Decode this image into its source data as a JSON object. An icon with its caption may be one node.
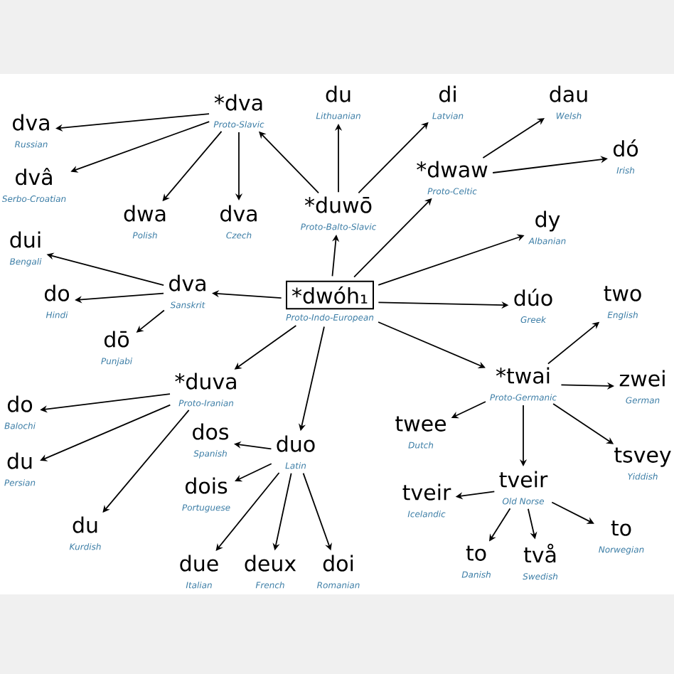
{
  "diagram": {
    "nodes": [
      {
        "text": [
          "*dwóh₁",
          "Proto-Indo-European"
        ]
      },
      {
        "text": [
          "*duwō",
          "Proto-Balto-Slavic"
        ]
      },
      {
        "text": [
          "du",
          "Lithuanian"
        ]
      },
      {
        "text": [
          "di",
          "Latvian"
        ]
      },
      {
        "text": [
          "*dva",
          "Proto-Slavic"
        ]
      },
      {
        "text": [
          "dva",
          "Russian"
        ]
      },
      {
        "text": [
          "dvâ",
          "Serbo-Croatian"
        ]
      },
      {
        "text": [
          "dwa",
          "Polish"
        ]
      },
      {
        "text": [
          "dva",
          "Czech"
        ]
      },
      {
        "text": [
          "*dwaw",
          "Proto-Celtic"
        ]
      },
      {
        "text": [
          "dau",
          "Welsh"
        ]
      },
      {
        "text": [
          "dó",
          "Irish"
        ]
      },
      {
        "text": [
          "dy",
          "Albanian"
        ]
      },
      {
        "text": [
          "dúo",
          "Greek"
        ]
      },
      {
        "text": [
          "dva",
          "Sanskrit"
        ]
      },
      {
        "text": [
          "dui",
          "Bengali"
        ]
      },
      {
        "text": [
          "do",
          "Hindi"
        ]
      },
      {
        "text": [
          "dō",
          "Punjabi"
        ]
      },
      {
        "text": [
          "*duva",
          "Proto-Iranian"
        ]
      },
      {
        "text": [
          "do",
          "Balochi"
        ]
      },
      {
        "text": [
          "du",
          "Persian"
        ]
      },
      {
        "text": [
          "du",
          "Kurdish"
        ]
      },
      {
        "text": [
          "duo",
          "Latin"
        ]
      },
      {
        "text": [
          "dos",
          "Spanish"
        ]
      },
      {
        "text": [
          "dois",
          "Portuguese"
        ]
      },
      {
        "text": [
          "due",
          "Italian"
        ]
      },
      {
        "text": [
          "deux",
          "French"
        ]
      },
      {
        "text": [
          "doi",
          "Romanian"
        ]
      },
      {
        "text": [
          "*twai",
          "Proto-Germanic"
        ]
      },
      {
        "text": [
          "two",
          "English"
        ]
      },
      {
        "text": [
          "zwei",
          "German"
        ]
      },
      {
        "text": [
          "twee",
          "Dutch"
        ]
      },
      {
        "text": [
          "tsvey",
          "Yiddish"
        ]
      },
      {
        "text": [
          "tveir",
          "Old Norse"
        ]
      },
      {
        "text": [
          "tveir",
          "Icelandic"
        ]
      },
      {
        "text": [
          "to",
          "Danish"
        ]
      },
      {
        "text": [
          "två",
          "Swedish"
        ]
      },
      {
        "text": [
          "to",
          "Norwegian"
        ]
      }
    ],
    "edges": [
      {
        "from": 0,
        "to": 1,
        "arrow": "to"
      },
      {
        "from": 0,
        "to": 9,
        "arrow": "to"
      },
      {
        "from": 0,
        "to": 12,
        "arrow": "to"
      },
      {
        "from": 0,
        "to": 13,
        "arrow": "to"
      },
      {
        "from": 0,
        "to": 28,
        "arrow": "to"
      },
      {
        "from": 0,
        "to": 22,
        "arrow": "to"
      },
      {
        "from": 0,
        "to": 18,
        "arrow": "to"
      },
      {
        "from": 0,
        "to": 14,
        "arrow": "to"
      },
      {
        "from": 1,
        "to": 2,
        "arrow": "to"
      },
      {
        "from": 1,
        "to": 3,
        "arrow": "to"
      },
      {
        "from": 1,
        "to": 4,
        "arrow": "to"
      },
      {
        "from": 4,
        "to": 5,
        "arrow": "to"
      },
      {
        "from": 4,
        "to": 6,
        "arrow": "to"
      },
      {
        "from": 4,
        "to": 7,
        "arrow": "to"
      },
      {
        "from": 4,
        "to": 8,
        "arrow": "to"
      },
      {
        "from": 9,
        "to": 10,
        "arrow": "to"
      },
      {
        "from": 9,
        "to": 11,
        "arrow": "to"
      },
      {
        "from": 14,
        "to": 15,
        "arrow": "to"
      },
      {
        "from": 14,
        "to": 16,
        "arrow": "to"
      },
      {
        "from": 14,
        "to": 17,
        "arrow": "to"
      },
      {
        "from": 18,
        "to": 19,
        "arrow": "to"
      },
      {
        "from": 18,
        "to": 20,
        "arrow": "to"
      },
      {
        "from": 18,
        "to": 21,
        "arrow": "to"
      },
      {
        "from": 22,
        "to": 23,
        "arrow": "to"
      },
      {
        "from": 22,
        "to": 24,
        "arrow": "to"
      },
      {
        "from": 22,
        "to": 25,
        "arrow": "to"
      },
      {
        "from": 22,
        "to": 26,
        "arrow": "to"
      },
      {
        "from": 22,
        "to": 27,
        "arrow": "to"
      },
      {
        "from": 28,
        "to": 29,
        "arrow": "to"
      },
      {
        "from": 28,
        "to": 30,
        "arrow": "to"
      },
      {
        "from": 28,
        "to": 31,
        "arrow": "to"
      },
      {
        "from": 28,
        "to": 32,
        "arrow": "to"
      },
      {
        "from": 28,
        "to": 33,
        "arrow": "to"
      },
      {
        "from": 33,
        "to": 34,
        "arrow": "to"
      },
      {
        "from": 33,
        "to": 35,
        "arrow": "to"
      },
      {
        "from": 33,
        "to": 36,
        "arrow": "to"
      },
      {
        "from": 33,
        "to": 37,
        "arrow": "to"
      }
    ]
  }
}
